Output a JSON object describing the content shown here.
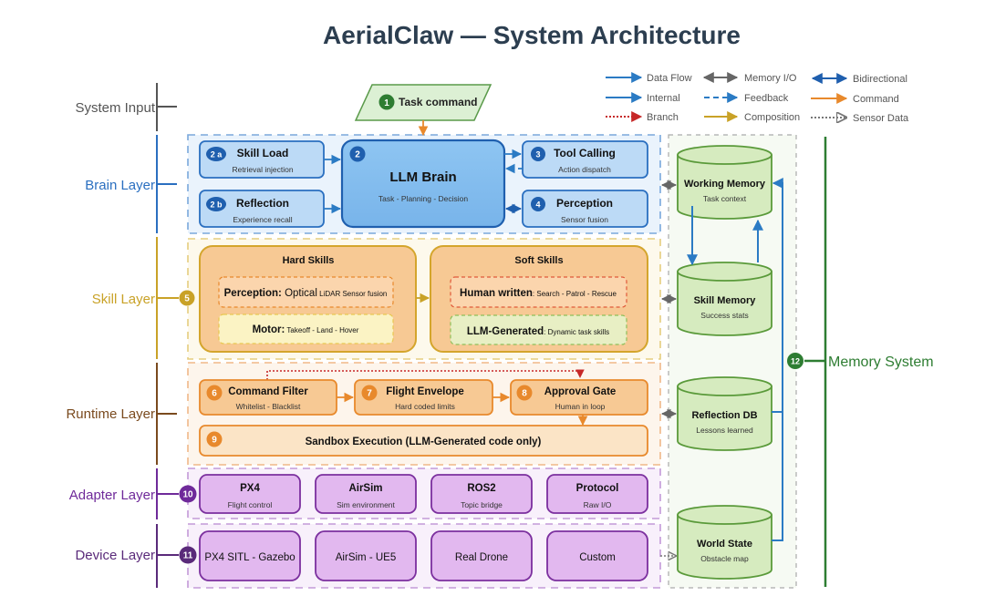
{
  "title": "AerialClaw — System Architecture",
  "legend": [
    {
      "label": "Data Flow",
      "style": "data-flow"
    },
    {
      "label": "Memory I/O",
      "style": "memory-io"
    },
    {
      "label": "Bidirectional",
      "style": "bidirectional"
    },
    {
      "label": "Internal",
      "style": "internal"
    },
    {
      "label": "Feedback",
      "style": "feedback"
    },
    {
      "label": "Command",
      "style": "command"
    },
    {
      "label": "Branch",
      "style": "branch"
    },
    {
      "label": "Composition",
      "style": "composition"
    },
    {
      "label": "Sensor Data",
      "style": "sensor-data"
    }
  ],
  "layers": {
    "system_input": "System Input",
    "brain": "Brain Layer",
    "skill": "Skill Layer",
    "runtime": "Runtime Layer",
    "adapter": "Adapter Layer",
    "device": "Device Layer",
    "memory": "Memory System"
  },
  "colors": {
    "brain": "#2a6fc0",
    "skill": "#c9a227",
    "runtime": "#7a4a1e",
    "adapter": "#6f2a9a",
    "device": "#5a2a7a",
    "memory": "#2e7d32",
    "input": "#555555",
    "command": "#e8892c",
    "branch": "#c62828"
  },
  "input": {
    "badge": "1",
    "label": "Task command"
  },
  "brain": {
    "skill_load": {
      "badge": "2 a",
      "title": "Skill Load",
      "subtitle": "Retrieval injection"
    },
    "reflection": {
      "badge": "2 b",
      "title": "Reflection",
      "subtitle": "Experience recall"
    },
    "llm": {
      "badge": "2",
      "title": "LLM Brain",
      "subtitle": "Task - Planning - Decision"
    },
    "tool_calling": {
      "badge": "3",
      "title": "Tool Calling",
      "subtitle": "Action dispatch"
    },
    "perception": {
      "badge": "4",
      "title": "Perception",
      "subtitle": "Sensor fusion"
    }
  },
  "skill": {
    "badge": "5",
    "hard": {
      "title": "Hard Skills",
      "perception_bold": "Perception:",
      "perception_mid": " Optical",
      "perception_rest": " LiDAR Sensor fusion",
      "motor_bold": "Motor:",
      "motor_rest": " Takeoff - Land - Hover"
    },
    "soft": {
      "title": "Soft Skills",
      "human_bold": "Human written",
      "human_rest": ": Search - Patrol - Rescue",
      "llm_bold": "LLM-Generated",
      "llm_rest": ": Dynamic task skills"
    }
  },
  "runtime": {
    "command_filter": {
      "badge": "6",
      "title": "Command Filter",
      "subtitle": "Whitelist - Blacklist"
    },
    "flight_envelope": {
      "badge": "7",
      "title": "Flight Envelope",
      "subtitle": "Hard coded limits"
    },
    "approval_gate": {
      "badge": "8",
      "title": "Approval Gate",
      "subtitle": "Human in loop"
    },
    "sandbox": {
      "badge": "9",
      "title": "Sandbox Execution (LLM-Generated code only)"
    }
  },
  "adapter": {
    "badge": "10",
    "items": [
      {
        "title": "PX4",
        "subtitle": "Flight control"
      },
      {
        "title": "AirSim",
        "subtitle": "Sim environment"
      },
      {
        "title": "ROS2",
        "subtitle": "Topic bridge"
      },
      {
        "title": "Protocol",
        "subtitle": "Raw I/O"
      }
    ]
  },
  "device": {
    "badge": "11",
    "items": [
      {
        "title": "PX4 SITL - Gazebo"
      },
      {
        "title": "AirSim - UE5"
      },
      {
        "title": "Real Drone"
      },
      {
        "title": "Custom"
      }
    ]
  },
  "memory": {
    "badge": "12",
    "stores": [
      {
        "title": "Working Memory",
        "subtitle": "Task context"
      },
      {
        "title": "Skill Memory",
        "subtitle": "Success stats"
      },
      {
        "title": "Reflection DB",
        "subtitle": "Lessons learned"
      },
      {
        "title": "World State",
        "subtitle": "Obstacle map"
      }
    ]
  }
}
